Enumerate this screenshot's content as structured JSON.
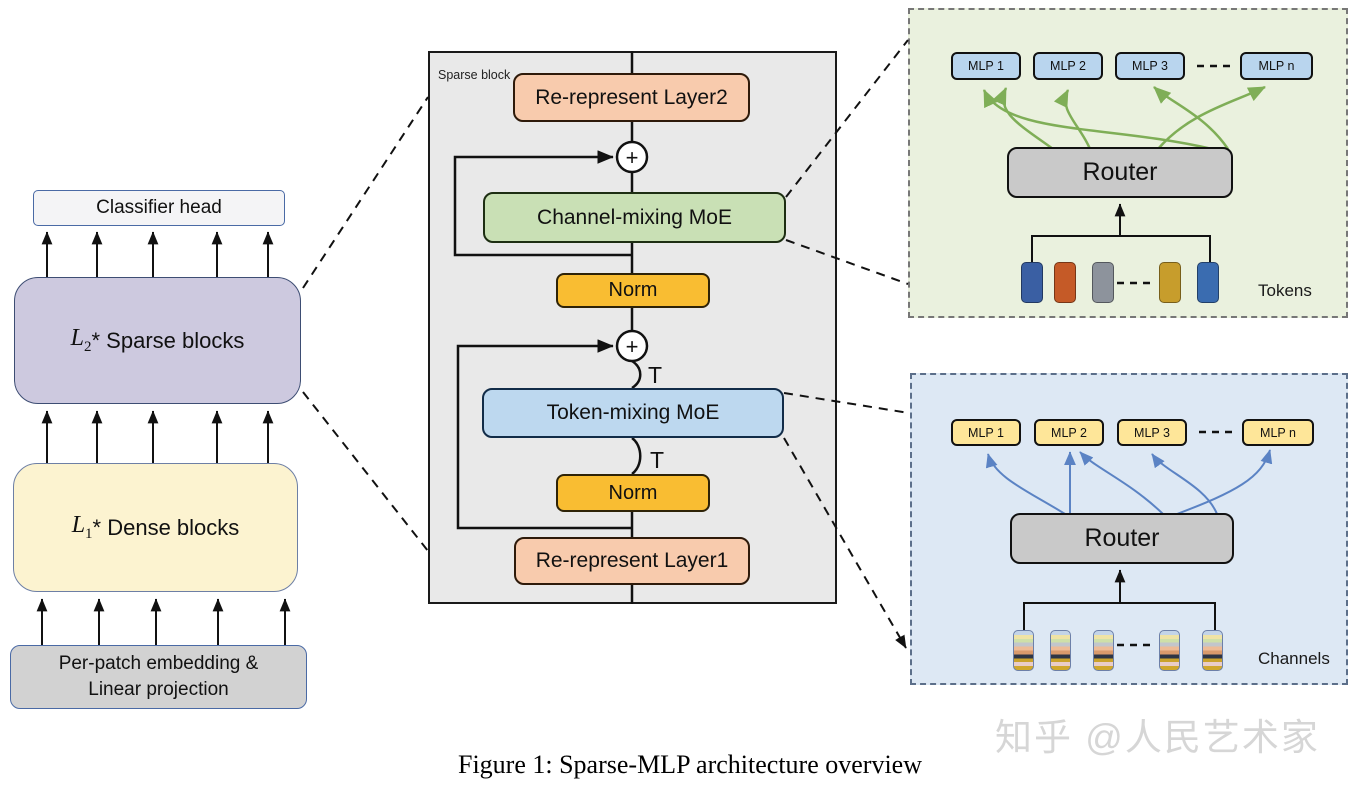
{
  "left_column": {
    "classifier_head": "Classifier head",
    "sparse_blocks": {
      "var": "L",
      "sub": "2",
      "rest": "* Sparse blocks"
    },
    "dense_blocks": {
      "var": "L",
      "sub": "1",
      "rest": "* Dense blocks"
    },
    "patch_embed_line1": "Per-patch embedding &",
    "patch_embed_line2": "Linear projection"
  },
  "sparse_block_detail": {
    "panel_label": "Sparse block",
    "re_represent_layer2": "Re-represent Layer2",
    "channel_mixing_moe": "Channel-mixing MoE",
    "norm_top": "Norm",
    "token_mixing_moe": "Token-mixing MoE",
    "norm_bottom": "Norm",
    "re_represent_layer1": "Re-represent Layer1",
    "plus_symbol": "+",
    "transpose_symbol": "T"
  },
  "token_moe_panel": {
    "mlp_labels": [
      "MLP 1",
      "MLP 2",
      "MLP 3",
      "MLP n"
    ],
    "router_label": "Router",
    "items_label": "Tokens",
    "token_colors": [
      "#3a5fa3",
      "#c55a27",
      "#8d939c",
      "#c79d2c",
      "#3a6cb0"
    ]
  },
  "channel_moe_panel": {
    "mlp_labels": [
      "MLP 1",
      "MLP 2",
      "MLP 3",
      "MLP n"
    ],
    "router_label": "Router",
    "items_label": "Channels",
    "channel_stripe_colors": [
      "#c3d4e8",
      "#efe3a5",
      "#cfe0a8",
      "#c2c6cb",
      "#edbb96",
      "#d99a6c",
      "#2e3545",
      "#caa22c",
      "#e9cdc9",
      "#d0a82e"
    ]
  },
  "caption": "Figure 1: Sparse-MLP architecture overview",
  "watermark": "知乎 @人民艺术家",
  "colors": {
    "sparse_blocks_fill": "#cdc9df",
    "dense_blocks_fill": "#fcf3d0",
    "patch_embed_fill": "#d2d2d2",
    "sparse_panel_fill": "#e9e9e9",
    "re_represent_fill": "#f8cbad",
    "channel_moe_fill": "#c9e0b5",
    "token_moe_fill": "#bdd8ef",
    "norm_fill": "#f9bd32",
    "green_panel_fill": "#eaf1de",
    "blue_panel_fill": "#dde8f4",
    "mlp_blue_fill": "#b9d5ee",
    "mlp_yellow_fill": "#fee699",
    "router_fill": "#c9c9c9",
    "green_arrow": "#7fae57",
    "blue_arrow": "#5b83c4"
  }
}
